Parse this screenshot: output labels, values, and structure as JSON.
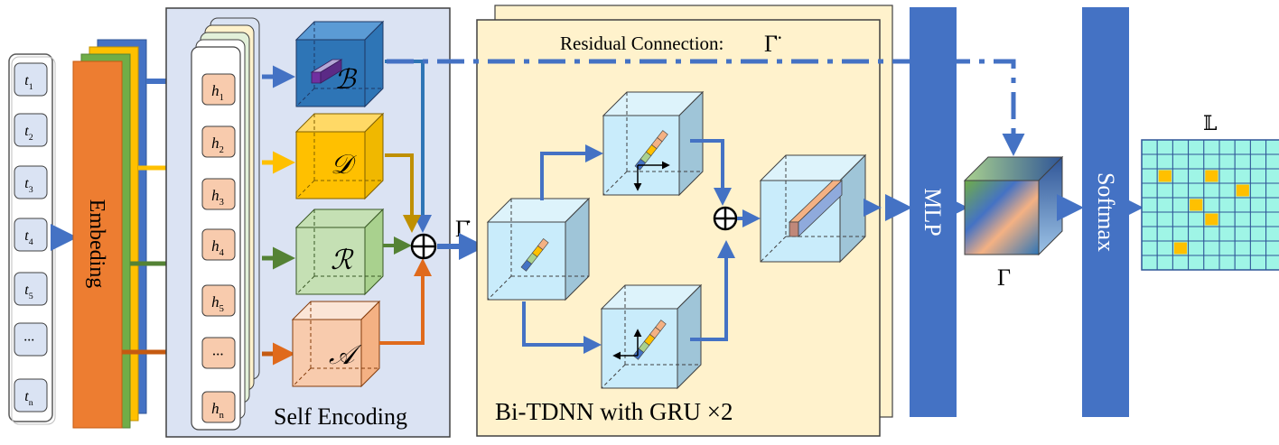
{
  "tokens": [
    "t1",
    "t2",
    "t3",
    "t4",
    "t5",
    "...",
    "tn"
  ],
  "tokens_display": [
    {
      "base": "t",
      "sub": "1"
    },
    {
      "base": "t",
      "sub": "2"
    },
    {
      "base": "t",
      "sub": "3"
    },
    {
      "base": "t",
      "sub": "4"
    },
    {
      "base": "t",
      "sub": "5"
    },
    {
      "base": "···",
      "sub": ""
    },
    {
      "base": "t",
      "sub": "n"
    }
  ],
  "embedding_label": "Embeding",
  "hidden_display": [
    {
      "base": "h",
      "sub": "1"
    },
    {
      "base": "h",
      "sub": "2"
    },
    {
      "base": "h",
      "sub": "3"
    },
    {
      "base": "h",
      "sub": "4"
    },
    {
      "base": "h",
      "sub": "5"
    },
    {
      "base": "···",
      "sub": ""
    },
    {
      "base": "h",
      "sub": "n"
    }
  ],
  "cube_labels": {
    "b": "ℬ",
    "d": "𝒟",
    "r": "ℛ",
    "a": "𝒜"
  },
  "self_encoding_label": "Self Encoding",
  "gamma_dot": "Γ̇",
  "residual_label": "Residual Connection:",
  "gamma_ddot": "Γ̈",
  "bi_tdnn_label": "Bi-TDNN with GRU ×2",
  "mlp_label": "MLP",
  "gamma": "Γ",
  "softmax_label": "Softmax",
  "output_label": "𝕃",
  "colors": {
    "panel_blue_bg": "#dbe3f3",
    "panel_yellow_bg": "#fff2cc",
    "arrow_blue": "#4472c4",
    "arrow_yellow": "#ffc000",
    "arrow_green": "#548235",
    "arrow_orange": "#e06a1c",
    "embed_orange": "#ed7d31",
    "token_fill": "#dae3f3",
    "hidden_fill": "#f8cbad",
    "grid_cell": "#9ff5e6",
    "grid_highlight": "#ffc000"
  }
}
